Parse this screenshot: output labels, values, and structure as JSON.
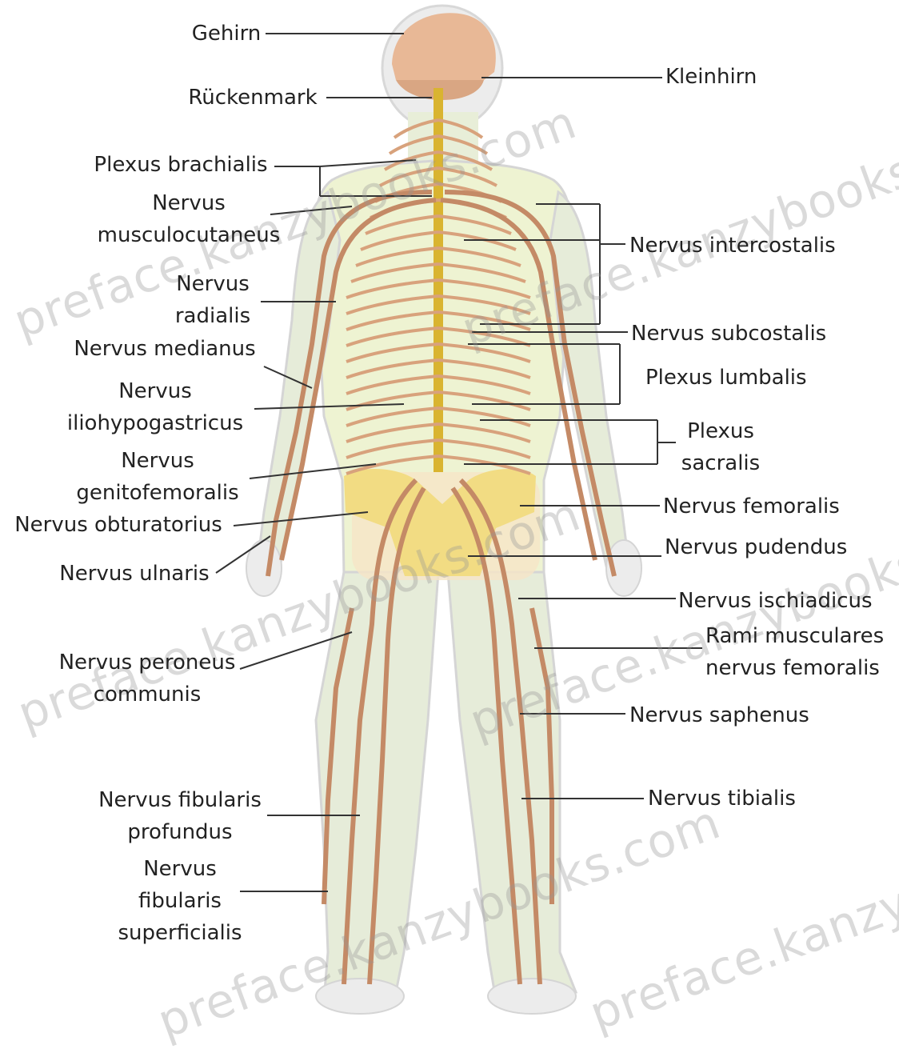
{
  "labels": {
    "gehirn": "Gehirn",
    "rueckenmark": "Rückenmark",
    "plexus_brachialis": "Plexus brachialis",
    "nervus_musculocutaneus": [
      "Nervus",
      "musculocutaneus"
    ],
    "nervus_radialis": [
      "Nervus",
      "radialis"
    ],
    "nervus_medianus": "Nervus medianus",
    "nervus_iliohypogastricus": [
      "Nervus",
      "iliohypogastricus"
    ],
    "nervus_genitofemoralis": [
      "Nervus",
      "genitofemoralis"
    ],
    "nervus_obturatorius": "Nervus obturatorius",
    "nervus_ulnaris": "Nervus ulnaris",
    "nervus_peroneus_communis": [
      "Nervus peroneus",
      "communis"
    ],
    "nervus_fibularis_profundus": [
      "Nervus fibularis",
      "profundus"
    ],
    "nervus_fibularis_superficialis": [
      "Nervus",
      "fibularis",
      "superficialis"
    ],
    "kleinhirn": "Kleinhirn",
    "nervus_intercostalis": "Nervus intercostalis",
    "nervus_subcostalis": "Nervus subcostalis",
    "plexus_lumbalis": "Plexus lumbalis",
    "plexus_sacralis": [
      "Plexus",
      "sacralis"
    ],
    "nervus_femoralis": "Nervus femoralis",
    "nervus_pudendus": "Nervus pudendus",
    "nervus_ischiadicus": "Nervus ischiadicus",
    "rami_musculares": [
      "Rami musculares",
      "nervus femoralis"
    ],
    "nervus_saphenus": "Nervus saphenus",
    "nervus_tibialis": "Nervus tibialis"
  },
  "watermark": "preface.kanzybooks.com",
  "colors": {
    "skin": "#e6ecd9",
    "skin_outline": "#d2d2d2",
    "torso": "#eef3d2",
    "nerve": "#d8a27c",
    "nerve_dark": "#c48a66",
    "spine": "#d9b430",
    "pelvis": "#f2dc83",
    "brain": "#e8b896",
    "leader": "#333333"
  }
}
